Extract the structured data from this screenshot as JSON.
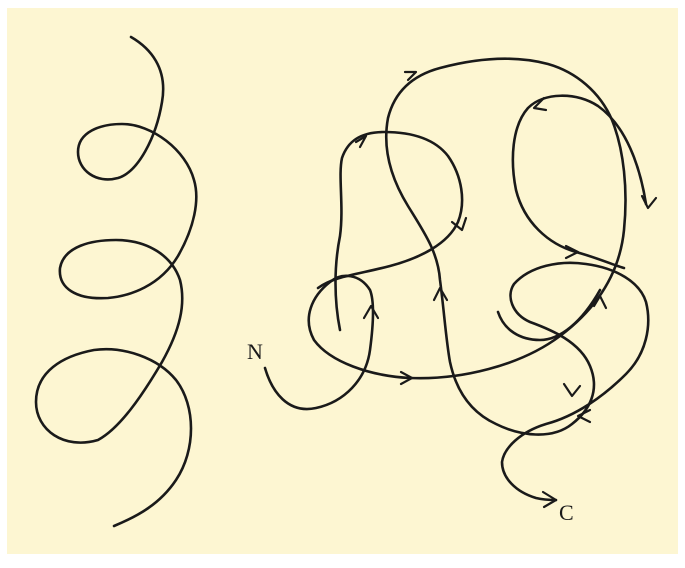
{
  "figure": {
    "background_color": "#fdf6d2",
    "stroke_color": "#1a1a1a",
    "labels": {
      "start": "N",
      "end": "C"
    },
    "helix": {
      "description_icon": "helix-curve"
    },
    "random_coil": {
      "description_icon": "random-coil-curve"
    }
  }
}
